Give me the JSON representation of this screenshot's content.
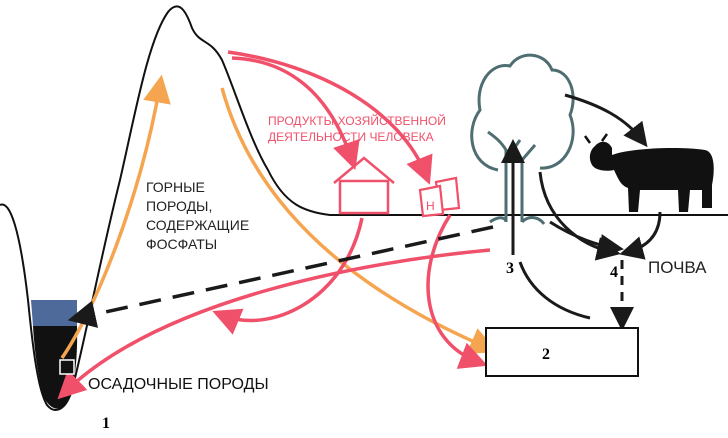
{
  "labels": {
    "rocks_line1": "ГОРНЫЕ",
    "rocks_line2": "ПОРОДЫ,",
    "rocks_line3": "СОДЕРЖАЩИЕ",
    "rocks_line4": "ФОСФАТЫ",
    "human_line1": "ПРОДУКТЫ ХОЗЯЙСТВЕННОЙ",
    "human_line2": "ДЕЯТЕЛЬНОСТИ ЧЕЛОВЕКА",
    "soil": "ПОЧВА",
    "sediment": "ОСАДОЧНЫЕ ПОРОДЫ",
    "bag_letter": "Н"
  },
  "numbers": {
    "n1": "1",
    "n2": "2",
    "n3": "3",
    "n4": "4"
  },
  "colors": {
    "orange": "#f5a550",
    "pink_red": "#f0506a",
    "black": "#1a1a1a",
    "gray_teal": "#4f6e72",
    "water_blue": "#4e6a9a"
  }
}
